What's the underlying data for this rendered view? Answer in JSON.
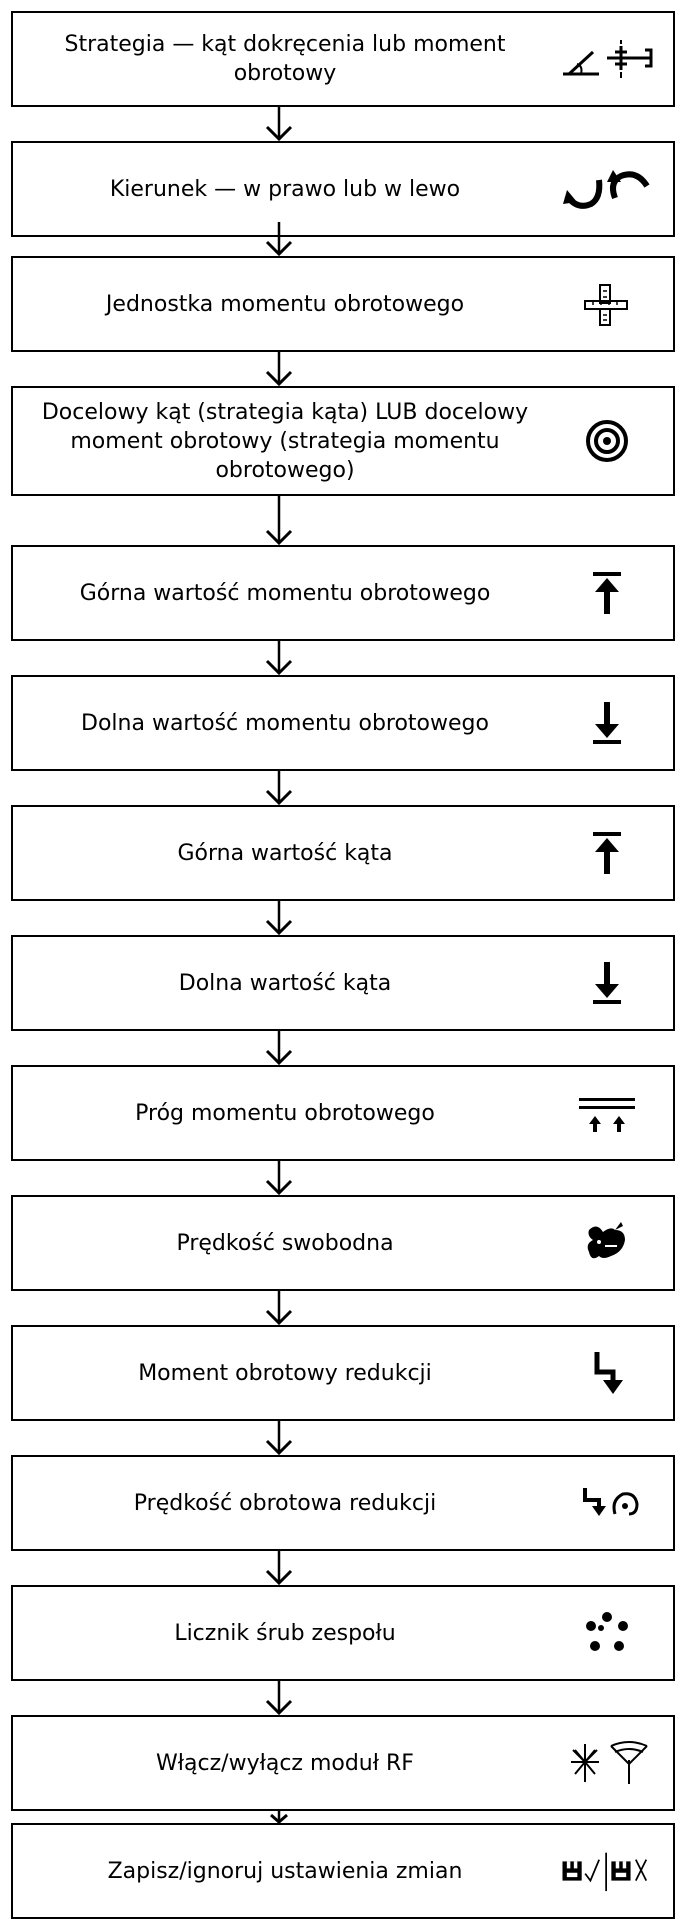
{
  "steps": [
    {
      "label": "Strategia — kąt dokręcenia lub moment obrotowy",
      "icon": "angle-torque-strategy-icon"
    },
    {
      "label": "Kierunek — w prawo lub w lewo",
      "icon": "direction-arrows-icon"
    },
    {
      "label": "Jednostka momentu obrotowego",
      "icon": "torque-unit-icon"
    },
    {
      "label": "Docelowy kąt (strategia kąta) LUB docelowy moment obrotowy (strategia momentu obrotowego)",
      "icon": "target-icon"
    },
    {
      "label": "Górna wartość momentu obrotowego",
      "icon": "upper-limit-icon"
    },
    {
      "label": "Dolna wartość momentu obrotowego",
      "icon": "lower-limit-icon"
    },
    {
      "label": "Górna wartość kąta",
      "icon": "upper-limit-icon"
    },
    {
      "label": "Dolna wartość kąta",
      "icon": "lower-limit-icon"
    },
    {
      "label": "Próg momentu obrotowego",
      "icon": "threshold-icon"
    },
    {
      "label": "Prędkość swobodna",
      "icon": "rabbit-icon"
    },
    {
      "label": "Moment obrotowy redukcji",
      "icon": "downshift-icon"
    },
    {
      "label": "Prędkość obrotowa redukcji",
      "icon": "downshift-speed-icon"
    },
    {
      "label": "Licznik śrub zespołu",
      "icon": "bolt-count-icon"
    },
    {
      "label": "Włącz/wyłącz moduł RF",
      "icon": "rf-module-icon"
    },
    {
      "label": "Zapisz/ignoruj ustawienia zmian",
      "icon": "save-discard-icon"
    }
  ]
}
